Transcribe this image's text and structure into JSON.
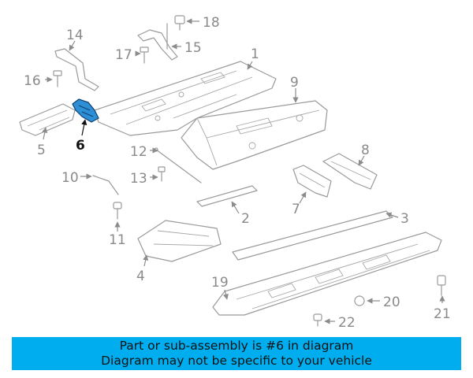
{
  "diagram": {
    "highlighted_part": "6",
    "colors": {
      "highlight": "#2f8fd6",
      "line": "#9a9a9a",
      "callout": "#8a8a8a",
      "banner": "#00aeef"
    },
    "callouts": {
      "c1": "1",
      "c2": "2",
      "c3": "3",
      "c4": "4",
      "c5": "5",
      "c6": "6",
      "c7": "7",
      "c8": "8",
      "c9": "9",
      "c10": "10",
      "c11": "11",
      "c12": "12",
      "c13": "13",
      "c14": "14",
      "c15": "15",
      "c16": "16",
      "c17": "17",
      "c18": "18",
      "c19": "19",
      "c20": "20",
      "c21": "21",
      "c22": "22"
    }
  },
  "banner": {
    "line1": "Part or sub-assembly is #6 in diagram",
    "line2": "Diagram may not be specific to your vehicle"
  }
}
